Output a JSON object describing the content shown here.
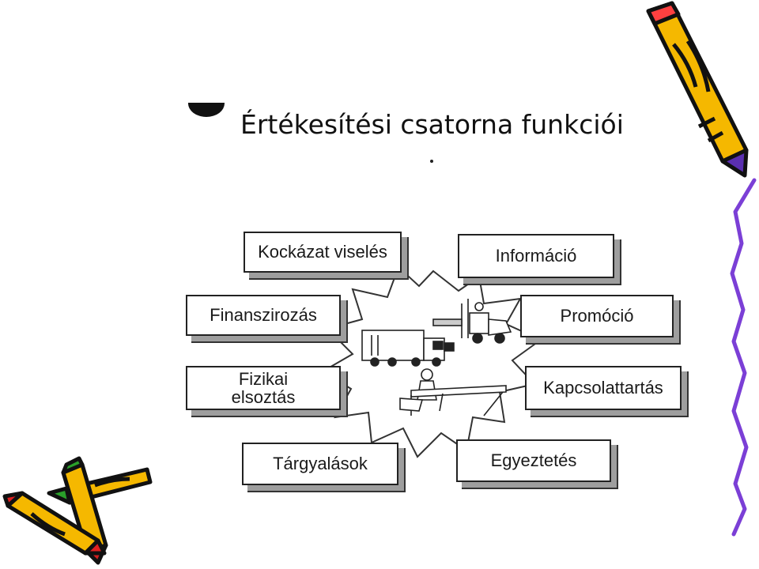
{
  "title": "Értékesítési csatorna funkciói",
  "functions": [
    {
      "id": "kockazat",
      "label_lines": [
        "Kockázat viselés"
      ]
    },
    {
      "id": "informacio",
      "label_lines": [
        "Információ"
      ]
    },
    {
      "id": "finanszirozas",
      "label_lines": [
        "Finanszirozás"
      ]
    },
    {
      "id": "promocio",
      "label_lines": [
        "Promóció"
      ]
    },
    {
      "id": "fizikai",
      "label_lines": [
        "Fizikai",
        "elsoztás"
      ]
    },
    {
      "id": "kapcsolattartas",
      "label_lines": [
        "Kapcsolattartás"
      ]
    },
    {
      "id": "targyalasok",
      "label_lines": [
        "Tárgyalások"
      ]
    },
    {
      "id": "egyeztetes",
      "label_lines": [
        "Egyeztetés"
      ]
    }
  ],
  "colors": {
    "pencil_body": "#f5b800",
    "pencil_outline": "#111111",
    "pencil_tip_purple": "#5a2fb0",
    "pencil_tip_red": "#e02020",
    "pencil_tip_green": "#2aa02a",
    "squiggle": "#7b3fd6",
    "box_shadow": "#9e9e9e"
  },
  "icons": [
    "truck-icon",
    "forklift-icon",
    "conveyor-worker-icon",
    "pencil-icon",
    "squiggle-line"
  ]
}
